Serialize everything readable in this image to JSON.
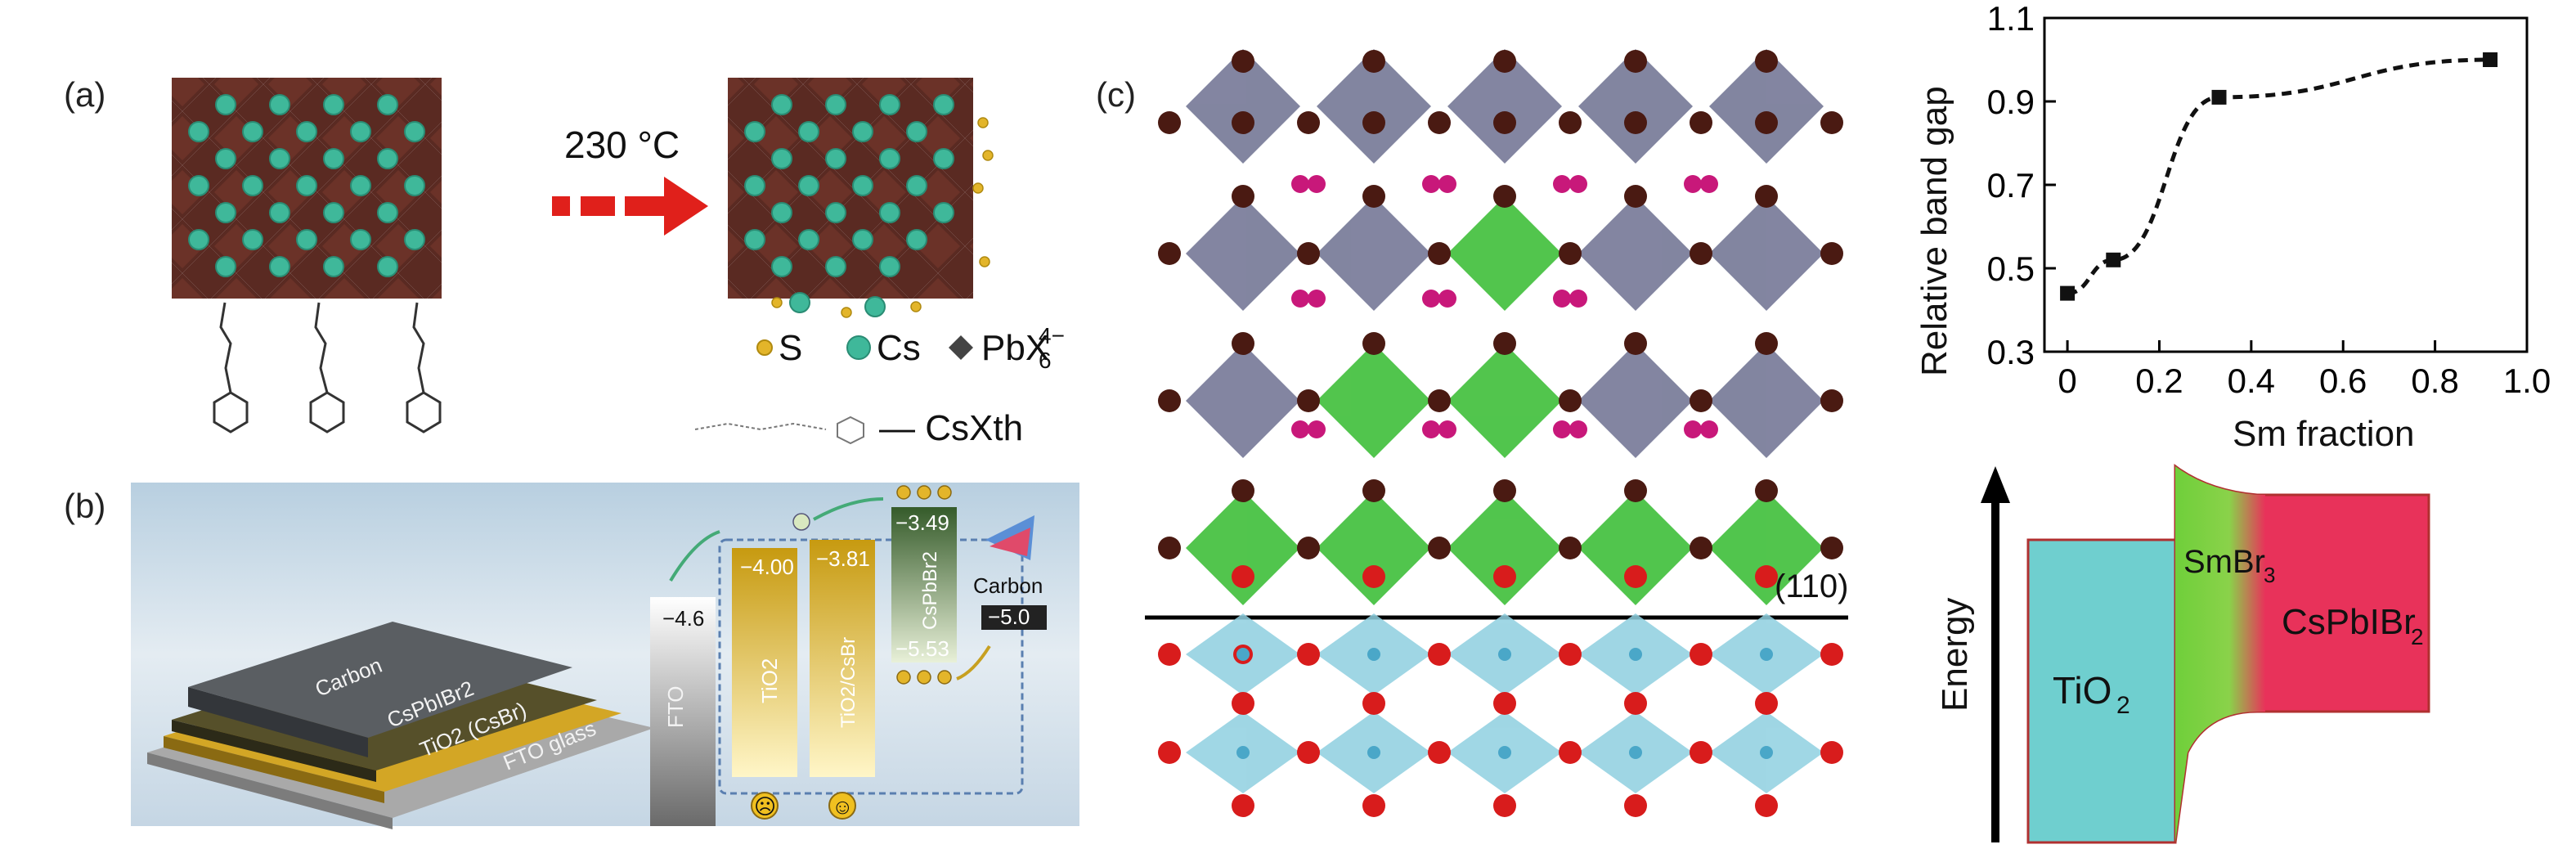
{
  "panel_a": {
    "label": "(a)",
    "arrow_label": "230 °C",
    "legend": [
      {
        "symbol": "S",
        "color": "#e3b52a"
      },
      {
        "symbol": "Cs",
        "color": "#3fb89a"
      },
      {
        "symbol": "PbX",
        "sup": "4−",
        "sub": "6",
        "color": "#444444"
      }
    ],
    "ligand_label": "— CsXth",
    "colors": {
      "octahedra": "#5a2a22",
      "cs": "#3fb89a",
      "s": "#e3b52a",
      "arrow": "#e0201b"
    }
  },
  "panel_b": {
    "label": "(b)",
    "layers": [
      "Carbon",
      "CsPbIBr2",
      "TiO2 (CsBr)",
      "FTO glass"
    ],
    "levels": {
      "fto": {
        "label": "FTO",
        "value": "−4.6"
      },
      "tio2": {
        "label": "TiO2",
        "value": "−4.00"
      },
      "tio2_csbr": {
        "label": "TiO2/CsBr",
        "value": "−3.81"
      },
      "cspbibr2": {
        "label": "CsPbBr2",
        "top": "−3.49",
        "bottom": "−5.53"
      },
      "carbon": {
        "label": "Carbon",
        "value": "−5.0"
      }
    },
    "faces": [
      "☹",
      "☺"
    ]
  },
  "panel_c": {
    "label": "(c)",
    "plane_label": "(110)",
    "chart_data": {
      "type": "line",
      "xlabel": "Sm fraction",
      "ylabel": "Relative band gap",
      "xlim": [
        -0.05,
        1.0
      ],
      "ylim": [
        0.3,
        1.1
      ],
      "xticks": [
        "0",
        "0.2",
        "0.4",
        "0.6",
        "0.8",
        "1.0"
      ],
      "yticks": [
        "0.3",
        "0.5",
        "0.7",
        "0.9",
        "1.1"
      ],
      "x": [
        0,
        0.1,
        0.33,
        0.92
      ],
      "y": [
        0.44,
        0.52,
        0.91,
        1.0
      ],
      "grid": false,
      "line_style": "dashed",
      "marker": "square"
    },
    "band_diagram": {
      "ylabel": "Energy",
      "regions": [
        {
          "label": "TiO",
          "sub": "2",
          "color": "#6fcfcf"
        },
        {
          "label": "SmBr",
          "sub": "3",
          "color": "#6fcf3a"
        },
        {
          "label": "CsPbIBr",
          "sub": "2",
          "color": "#e8325a"
        }
      ]
    }
  }
}
